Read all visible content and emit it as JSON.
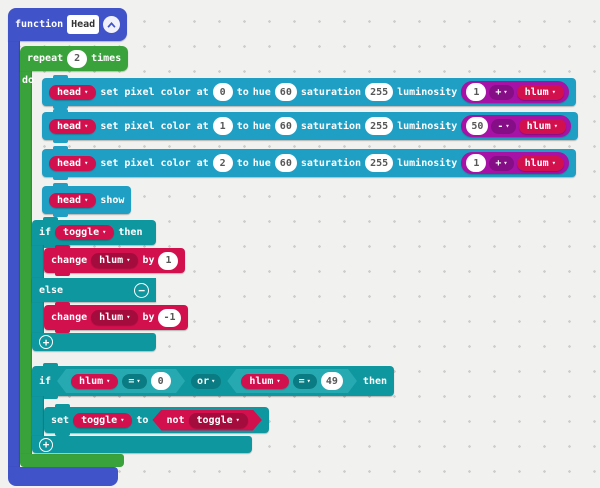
{
  "colors": {
    "function_blue": "#4053c9",
    "loops_green": "#3aa23a",
    "neopixel_teal": "#1f9fc4",
    "logic_teal": "#0f979f",
    "variables_crimson": "#d2104e",
    "math_purple": "#a512a5"
  },
  "function_block": {
    "keyword": "function",
    "name_value": "Head"
  },
  "repeat_block": {
    "keyword": "repeat",
    "count": "2",
    "times_label": "times",
    "do_label": "do"
  },
  "pixel_rows": [
    {
      "device": "head",
      "action": "set pixel color at",
      "index": "0",
      "to": "to",
      "hue_label": "hue",
      "hue": "60",
      "saturation_label": "saturation",
      "saturation": "255",
      "luminosity_label": "luminosity",
      "expr_left": "1",
      "expr_op": "+",
      "expr_var": "hlum"
    },
    {
      "device": "head",
      "action": "set pixel color at",
      "index": "1",
      "to": "to",
      "hue_label": "hue",
      "hue": "60",
      "saturation_label": "saturation",
      "saturation": "255",
      "luminosity_label": "luminosity",
      "expr_left": "50",
      "expr_op": "-",
      "expr_var": "hlum"
    },
    {
      "device": "head",
      "action": "set pixel color at",
      "index": "2",
      "to": "to",
      "hue_label": "hue",
      "hue": "60",
      "saturation_label": "saturation",
      "saturation": "255",
      "luminosity_label": "luminosity",
      "expr_left": "1",
      "expr_op": "+",
      "expr_var": "hlum"
    }
  ],
  "show_block": {
    "device": "head",
    "action": "show"
  },
  "if_else": {
    "if_label": "if",
    "condition_var": "toggle",
    "then_label": "then",
    "else_label": "else",
    "change_then": {
      "keyword": "change",
      "var": "hlum",
      "by": "by",
      "value": "1"
    },
    "change_else": {
      "keyword": "change",
      "var": "hlum",
      "by": "by",
      "value": "-1"
    }
  },
  "if_compare": {
    "if_label": "if",
    "left": {
      "var": "hlum",
      "op": "=",
      "value": "0"
    },
    "or_label": "or",
    "right": {
      "var": "hlum",
      "op": "=",
      "value": "49"
    },
    "then_label": "then",
    "set_stmt": {
      "keyword": "set",
      "var": "toggle",
      "to": "to",
      "not_label": "not",
      "operand": "toggle"
    }
  },
  "icons": {
    "add_label": "+",
    "remove_label": "−",
    "dropdown_arrow": "▾"
  }
}
